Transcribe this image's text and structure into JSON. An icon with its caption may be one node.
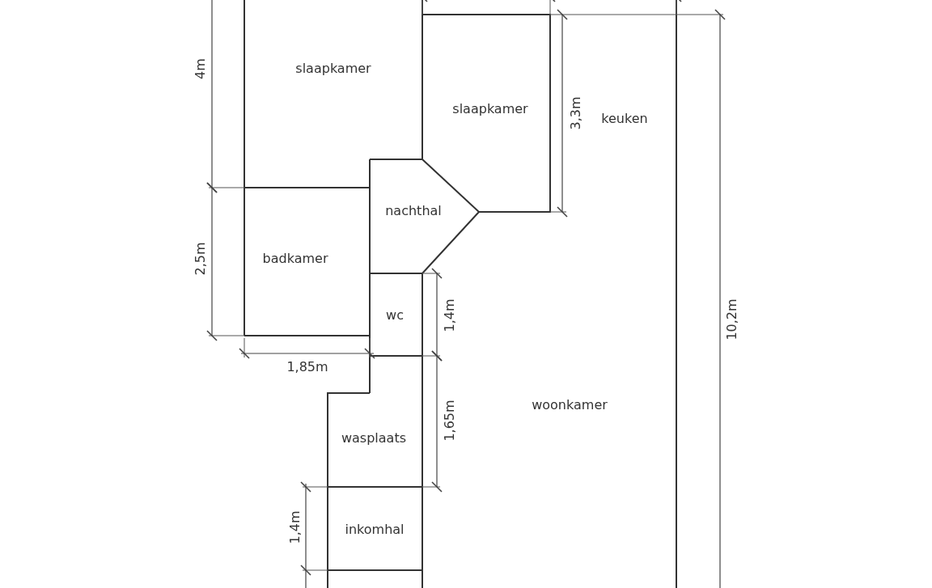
{
  "diagram": {
    "nodes": [
      {
        "text": [
          "slaapkamer"
        ]
      },
      {
        "text": [
          "slaapkamer"
        ]
      },
      {
        "text": [
          "keuken"
        ]
      },
      {
        "text": [
          "nachthal"
        ]
      },
      {
        "text": [
          "badkamer"
        ]
      },
      {
        "text": [
          "wc"
        ]
      },
      {
        "text": [
          "woonkamer"
        ]
      },
      {
        "text": [
          "wasplaats"
        ]
      },
      {
        "text": [
          "inkomhal"
        ]
      }
    ],
    "labels": [
      "4m",
      "3,3m",
      "2,5m",
      "1,4m",
      "1,85m",
      "10,2m",
      "1,65m",
      "1,4m"
    ]
  }
}
